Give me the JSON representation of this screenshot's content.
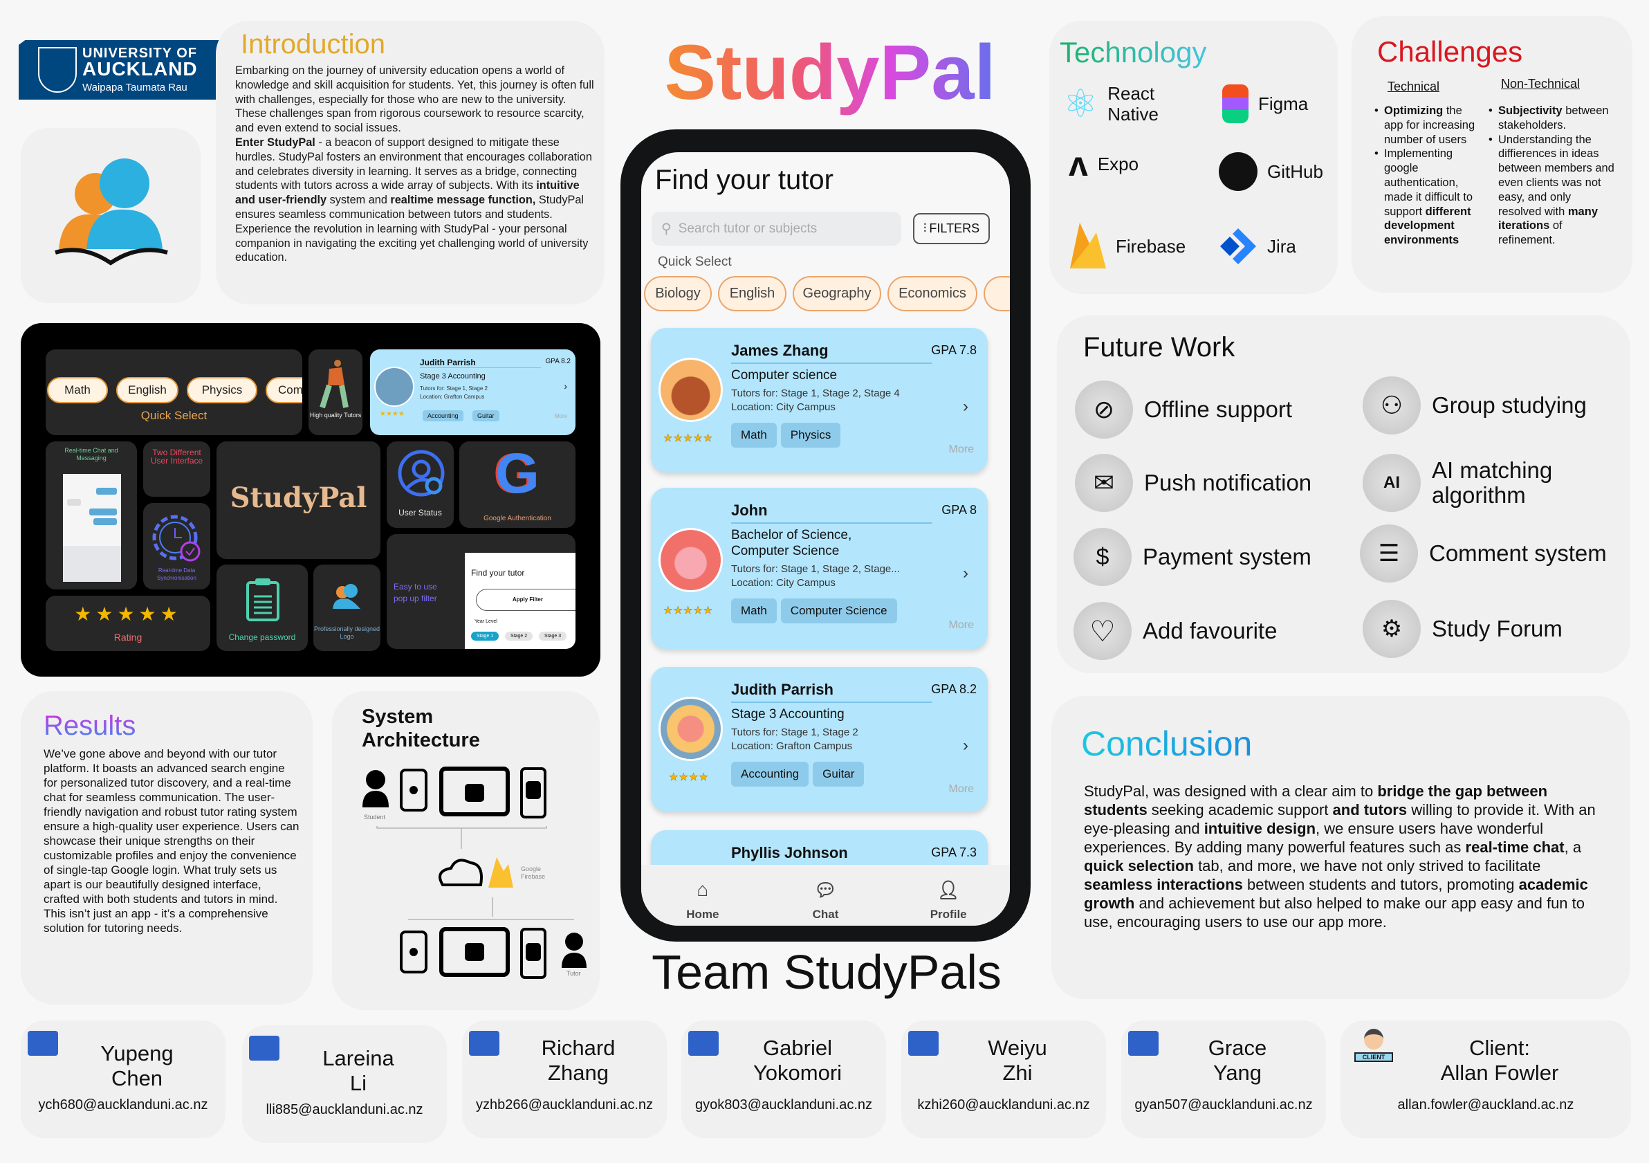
{
  "logo": {
    "line1": "UNIVERSITY OF",
    "line2": "AUCKLAND",
    "line3": "Waipapa Taumata Rau"
  },
  "intro": {
    "title": "Introduction",
    "p1": "Embarking on the journey of university education opens a world of knowledge and skill acquisition for students. Yet, this journey is often full with challenges, especially for those who are new to the university. These challenges span from rigorous coursework to resource scarcity, and even extend to social issues.",
    "p2": [
      "Enter StudyPal",
      " - a beacon of support designed to mitigate these hurdles. StudyPal fosters an environment that encourages collaboration and celebrates diversity in learning. It serves as a bridge, connecting students with tutors across a wide array of subjects. With its ",
      "intuitive and user-friendly",
      " system and ",
      "realtime message function,",
      " StudyPal ensures seamless communication between tutors and students."
    ],
    "p3": "Experience the revolution in learning with StudyPal - your personal companion in navigating the exciting yet challenging world of university education."
  },
  "collage": {
    "quick_chips": [
      "Math",
      "English",
      "Physics",
      "Com"
    ],
    "quick_label": "Quick Select",
    "high_quality": "High quality Tutors",
    "card": {
      "name": "Judith Parrish",
      "gpa": "GPA 8.2",
      "sub": "Stage 3 Accounting",
      "tutors": "Tutors for: Stage 1, Stage 2",
      "loc": "Location: Grafton Campus",
      "tags": [
        "Accounting",
        "Guitar"
      ],
      "more": "More",
      "stars": "★★★★"
    },
    "chat": "Real-time Chat and Messaging",
    "two_ui": "Two Different User Interface",
    "sync": "Real-time Data Synchronisation",
    "brand": "StudyPal",
    "user_status": "User Status",
    "google": "Google Authentication",
    "google_letter": "G",
    "rating": "Rating",
    "rating_stars": "★★★★★",
    "change_pw": "Change password",
    "logo_tile": "Professionally designed Logo",
    "filter_caption": "Easy to use pop up filter",
    "filter_title": "Find your tutor",
    "apply": "Apply Filter",
    "year": "Year Level",
    "stages": [
      "Stage 1",
      "Stage 2",
      "Stage 3"
    ]
  },
  "results": {
    "title": "Results",
    "body": "We’ve gone above and beyond with our tutor platform. It boasts an advanced search engine for personalized tutor discovery, and a real-time chat for seamless communication. The user-friendly navigation and robust tutor rating system ensure a high-quality user experience. Users can showcase their unique strengths on their customizable profiles and enjoy the convenience of single-tap Google login. What truly sets us apart is our beautifully designed interface, crafted with both students and tutors in mind. This isn’t just an app - it’s a comprehensive solution for tutoring needs."
  },
  "arch": {
    "title1": "System",
    "title2": "Architecture",
    "student": "Student",
    "tutor": "Tutor",
    "firebase1": "Google",
    "firebase2": "Firebase"
  },
  "title": "StudyPal",
  "team": "Team StudyPals",
  "app": {
    "heading": "Find your tutor",
    "search_placeholder": "Search tutor or subjects",
    "filters": "FILTERS",
    "quick_select": "Quick Select",
    "chips": [
      "Biology",
      "English",
      "Geography",
      "Economics"
    ],
    "tutors": [
      {
        "name": "James Zhang",
        "gpa": "GPA 7.8",
        "sub": "Computer science",
        "tutors": "Tutors for: Stage 1, Stage 2, Stage 4",
        "loc": "Location: City Campus",
        "tags": [
          "Math",
          "Physics"
        ],
        "stars": "★★★★★",
        "more": "More"
      },
      {
        "name": "John",
        "gpa": "GPA 8",
        "sub": "Bachelor of Science, Computer Science",
        "tutors": "Tutors for: Stage 1, Stage 2, Stage...",
        "loc": "Location: City Campus",
        "tags": [
          "Math",
          "Computer Science"
        ],
        "stars": "★★★★★",
        "more": "More"
      },
      {
        "name": "Judith Parrish",
        "gpa": "GPA 8.2",
        "sub": "Stage 3 Accounting",
        "tutors": "Tutors for: Stage 1, Stage 2",
        "loc": "Location: Grafton Campus",
        "tags": [
          "Accounting",
          "Guitar"
        ],
        "stars": "★★★★",
        "more": "More"
      },
      {
        "name": "Phyllis Johnson",
        "gpa": "GPA 7.3"
      }
    ],
    "nav": [
      "Home",
      "Chat",
      "Profile"
    ],
    "accent": "#f08a24"
  },
  "tech": {
    "title": "Technology",
    "items": [
      "React Native",
      "Figma",
      "Expo",
      "GitHub",
      "Firebase",
      "Jira"
    ]
  },
  "challenges": {
    "title": "Challenges",
    "technical": "Technical",
    "non_technical": "Non-Technical",
    "t1": [
      "Optimizing",
      " the app for increasing number of users"
    ],
    "t2": [
      "Implementing google authentication, made it difficult to support ",
      "different development environments"
    ],
    "n1": [
      "Subjectivity",
      " between stakeholders."
    ],
    "n2": [
      "Understanding the diffierences in ideas between members and even clients was not easy, and only resolved with ",
      "many iterations",
      " of refinement."
    ]
  },
  "future": {
    "title": "Future Work",
    "items": [
      "Offline support",
      "Group studying",
      "Push notification",
      "AI matching algorithm",
      "Payment system",
      "Comment system",
      "Add favourite",
      "Study Forum"
    ]
  },
  "conclusion": {
    "title": "Conclusion",
    "segs": [
      "StudyPal, was designed with a clear aim to ",
      "bridge the gap between students",
      " seeking academic support ",
      "and tutors",
      " willing to provide it. With an eye-pleasing and ",
      "intuitive design",
      ", we ensure users have wonderful experiences. By adding many powerful features such as ",
      "real-time chat",
      ", a ",
      "quick selection",
      " tab, and more, we have not only strived to facilitate ",
      "seamless interactions",
      " between students and tutors, promoting ",
      "academic growth",
      " and achievement but also helped to make our app easy and fun to use, encouraging users to use our app more."
    ]
  },
  "contacts": [
    {
      "n1": "Yupeng",
      "n2": "Chen",
      "email": "ych680@aucklanduni.ac.nz"
    },
    {
      "n1": "Lareina",
      "n2": "Li",
      "email": "lli885@aucklanduni.ac.nz"
    },
    {
      "n1": "Richard",
      "n2": "Zhang",
      "email": "yzhb266@aucklanduni.ac.nz"
    },
    {
      "n1": "Gabriel",
      "n2": "Yokomori",
      "email": "gyok803@aucklanduni.ac.nz"
    },
    {
      "n1": "Weiyu",
      "n2": "Zhi",
      "email": "kzhi260@aucklanduni.ac.nz"
    },
    {
      "n1": "Grace",
      "n2": "Yang",
      "email": "gyan507@aucklanduni.ac.nz"
    },
    {
      "n1": "Client:",
      "n2": "Allan Fowler",
      "email": "allan.fowler@auckland.ac.nz",
      "badge": "CLIENT"
    }
  ]
}
